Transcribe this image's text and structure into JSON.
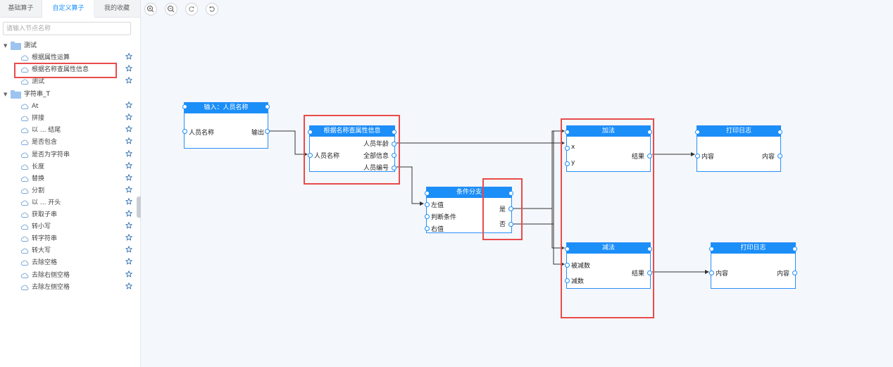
{
  "sidebar": {
    "tabs": [
      {
        "label": "基础算子"
      },
      {
        "label": "自定义算子"
      },
      {
        "label": "我的收藏"
      }
    ],
    "search_placeholder": "请输入节点名称",
    "groups": [
      {
        "name": "测试",
        "items": [
          {
            "label": "根据属性运算"
          },
          {
            "label": "根据名称查属性信息"
          },
          {
            "label": "测试"
          }
        ]
      },
      {
        "name": "字符串_T",
        "items": [
          {
            "label": "At"
          },
          {
            "label": "拼接"
          },
          {
            "label": "以 ... 结尾"
          },
          {
            "label": "是否包含"
          },
          {
            "label": "是否为字符串"
          },
          {
            "label": "长度"
          },
          {
            "label": "替换"
          },
          {
            "label": "分割"
          },
          {
            "label": "以 ... 开头"
          },
          {
            "label": "获取子串"
          },
          {
            "label": "转小写"
          },
          {
            "label": "转字符串"
          },
          {
            "label": "转大写"
          },
          {
            "label": "去除空格"
          },
          {
            "label": "去除右侧空格"
          },
          {
            "label": "去除左侧空格"
          }
        ]
      }
    ]
  },
  "toolbar": {
    "zoom_in_icon": "zoom-in-icon",
    "zoom_out_icon": "zoom-out-icon",
    "redo_icon": "redo-icon",
    "undo_icon": "undo-icon"
  },
  "nodes": {
    "input": {
      "title": "输入：人员名称",
      "out1": "人员名称",
      "out2": "输出"
    },
    "lookup": {
      "title": "根据名称查属性信息",
      "in1": "人员名称",
      "out1": "人员年龄",
      "out2": "全部信息",
      "out3": "人员编号"
    },
    "branch": {
      "title": "条件分支",
      "in1": "左值",
      "in2": "判断条件",
      "in3": "右值",
      "out1": "是",
      "out2": "否"
    },
    "add": {
      "title": "加法",
      "in1": "x",
      "in2": "y",
      "out1": "结果"
    },
    "sub": {
      "title": "减法",
      "in1": "被减数",
      "in2": "减数",
      "out1": "结果"
    },
    "log1": {
      "title": "打印日志",
      "in1": "内容",
      "out1": "内容"
    },
    "log2": {
      "title": "打印日志",
      "in1": "内容",
      "out1": "内容"
    }
  },
  "colors": {
    "accent": "#1b8ef8",
    "highlight": "#e94b4b",
    "active_tab": "#1890ff"
  }
}
